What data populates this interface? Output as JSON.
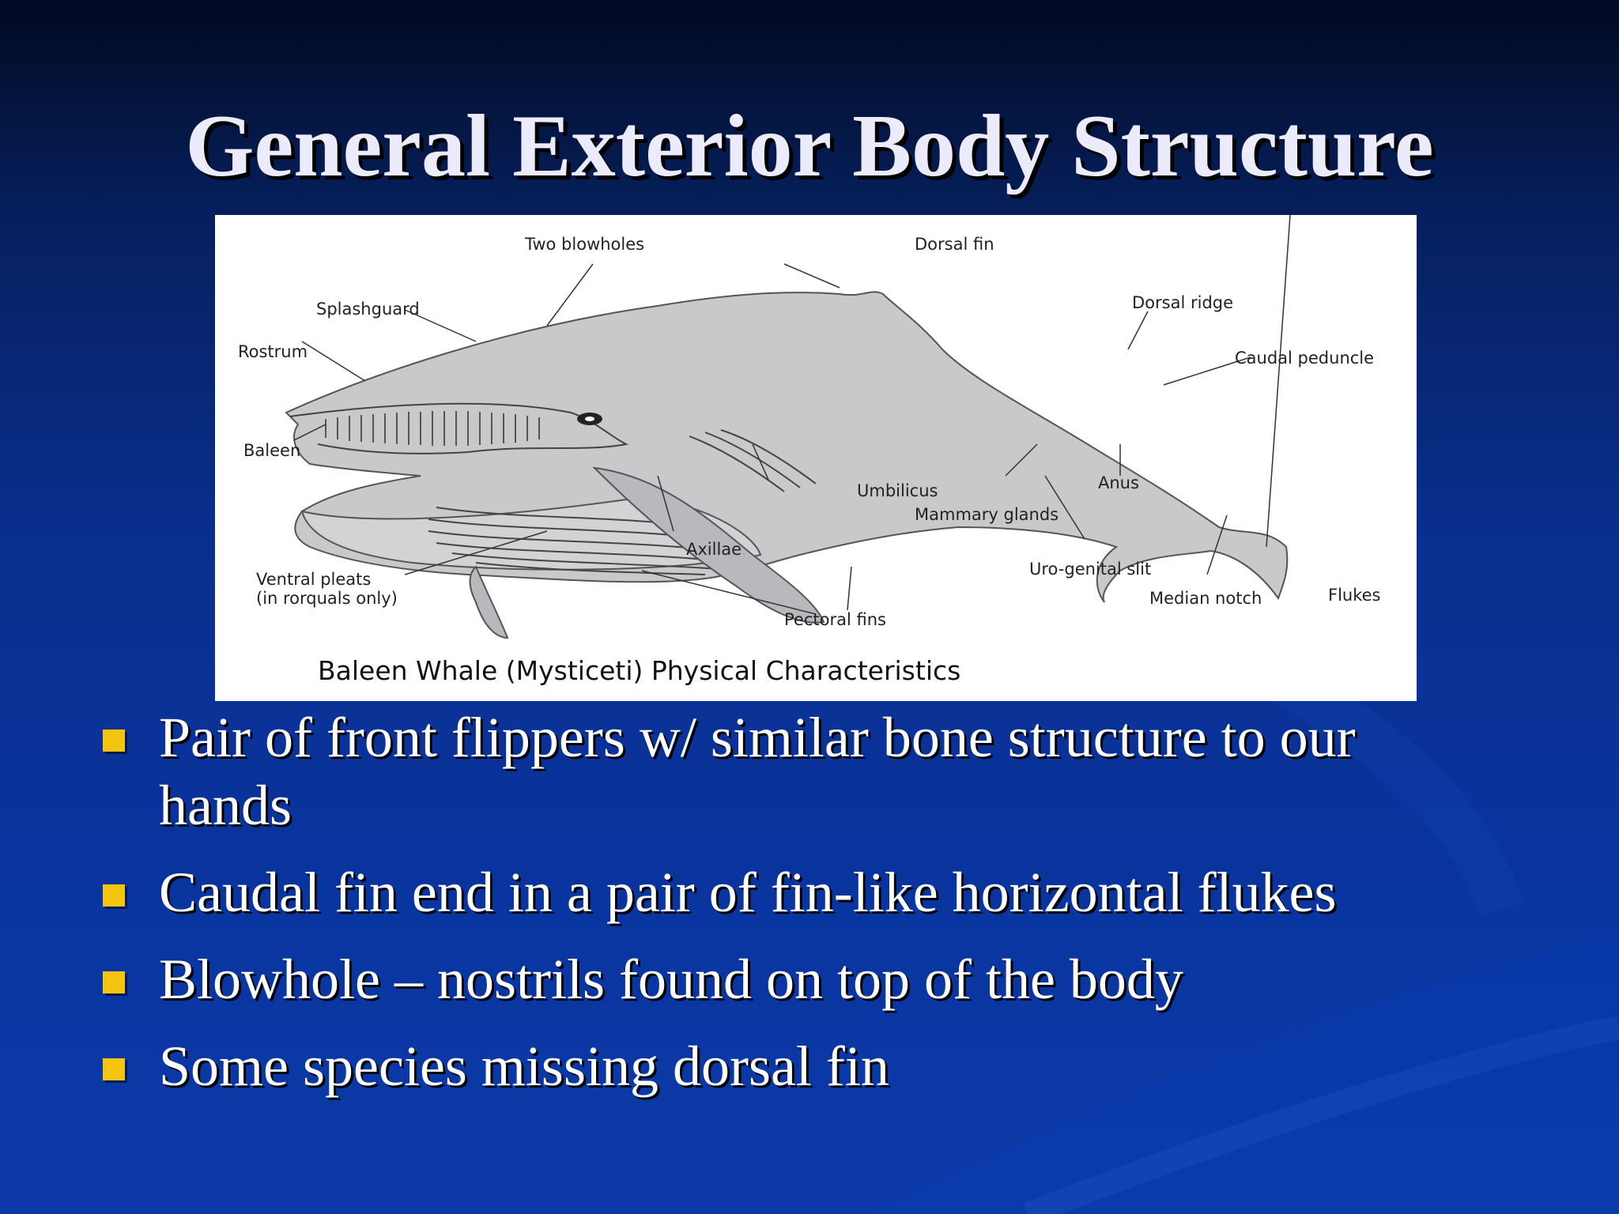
{
  "slide": {
    "title": "General Exterior Body Structure",
    "figure": {
      "caption": "Baleen Whale (Mysticeti) Physical Characteristics",
      "labels": {
        "two_blowholes": "Two blowholes",
        "dorsal_fin": "Dorsal fin",
        "splashguard": "Splashguard",
        "dorsal_ridge": "Dorsal ridge",
        "rostrum": "Rostrum",
        "caudal_peduncle": "Caudal peduncle",
        "baleen": "Baleen",
        "umbilicus": "Umbilicus",
        "anus": "Anus",
        "mammary_glands": "Mammary glands",
        "axillae": "Axillae",
        "uro_genital_slit": "Uro-genital slit",
        "ventral_pleats_1": "Ventral pleats",
        "ventral_pleats_2": "(in rorquals only)",
        "median_notch": "Median notch",
        "flukes": "Flukes",
        "pectoral_fins": "Pectoral fins"
      }
    },
    "bullets": [
      {
        "line1": "Pair of front flippers w/ similar bone structure to our",
        "line2": "hands"
      },
      {
        "line1": "Caudal fin end in a pair of fin-like horizontal flukes"
      },
      {
        "line1": "Blowhole – nostrils found on top of the body"
      },
      {
        "line1": "Some species missing dorsal fin"
      }
    ],
    "colors": {
      "bullet_marker": "#f4c50e",
      "title_text": "#ecebfb",
      "background": "#0a2f8f"
    }
  }
}
